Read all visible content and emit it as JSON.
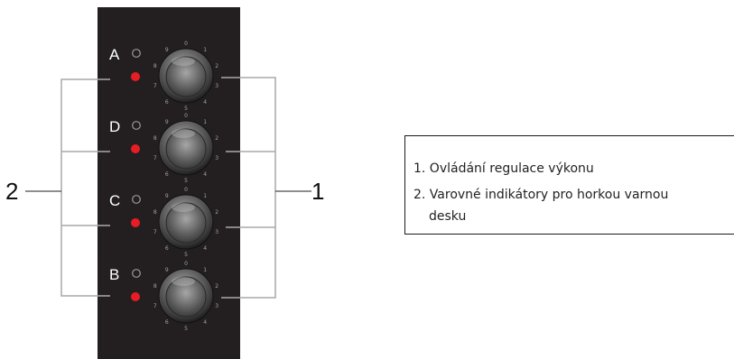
{
  "panel": {
    "zones": [
      {
        "letter": "A"
      },
      {
        "letter": "D"
      },
      {
        "letter": "C"
      },
      {
        "letter": "B"
      }
    ],
    "dial_numbers": [
      "0",
      "1",
      "2",
      "3",
      "4",
      "5",
      "6",
      "7",
      "8",
      "9"
    ]
  },
  "callouts": {
    "left_number": "2",
    "right_number": "1"
  },
  "legend": {
    "line1": "1. Ovládání regulace výkonu",
    "line2": "2. Varovné indikátory pro horkou varnou",
    "line3": "desku"
  },
  "colors": {
    "panel_bg": "#231f20",
    "indicator_red": "#e81c24",
    "line_gray": "#a9a9a9"
  }
}
